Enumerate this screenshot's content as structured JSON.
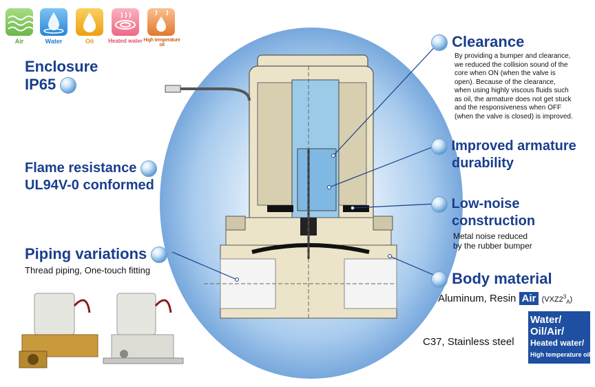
{
  "fluids": [
    {
      "label": "Air",
      "color": "#5aa63a",
      "icon": "air-wave-icon",
      "bg": "#7cc35a"
    },
    {
      "label": "Water",
      "color": "#1f7fd0",
      "icon": "water-drop-icon",
      "bg": "#3a9be0"
    },
    {
      "label": "Oil",
      "color": "#e89a10",
      "icon": "oil-drop-icon",
      "bg": "#f4b020"
    },
    {
      "label": "Heated water",
      "color": "#e0506a",
      "icon": "heated-water-icon",
      "bg": "#f07890"
    },
    {
      "label": "High temperature oil",
      "color": "#d06020",
      "icon": "high-temp-oil-icon",
      "bg": "#e88040"
    }
  ],
  "enclosure": {
    "line1": "Enclosure",
    "line2": "IP65"
  },
  "flame": {
    "line1": "Flame resistance",
    "line2": "UL94V-0 conformed"
  },
  "piping": {
    "title": "Piping variations",
    "subtitle": "Thread piping, One-touch fitting"
  },
  "clearance": {
    "title": "Clearance",
    "lines": [
      "By providing a bumper and clearance,",
      "we reduced the collision sound of the",
      "core when ON (when the valve is",
      "open). Because of the clearance,",
      "when using highly viscous fluids such",
      "as oil, the armature does not get stuck",
      "and the responsiveness when OFF",
      "(when the valve is closed) is improved."
    ]
  },
  "armature": {
    "line1": "Improved armature",
    "line2": "durability"
  },
  "noise": {
    "line1": "Low-noise",
    "line2": "construction",
    "desc1": "Metal noise reduced",
    "desc2": "by the rubber bumper"
  },
  "body": {
    "title": "Body material",
    "row1_text": "Aluminum, Resin",
    "row1_tag": "Air",
    "row1_model": "(VXZ2",
    "row1_sup": "3",
    "row1_sub": "A",
    "row1_close": ")",
    "row2_text": "C37, Stainless steel",
    "row2_tag": [
      "Water/",
      "Oil/Air/",
      "Heated water/",
      "High temperature oil"
    ]
  },
  "colors": {
    "heading": "#1a3e8c",
    "tag_bg": "#1e4fa0",
    "glow": "#4a86cc"
  }
}
